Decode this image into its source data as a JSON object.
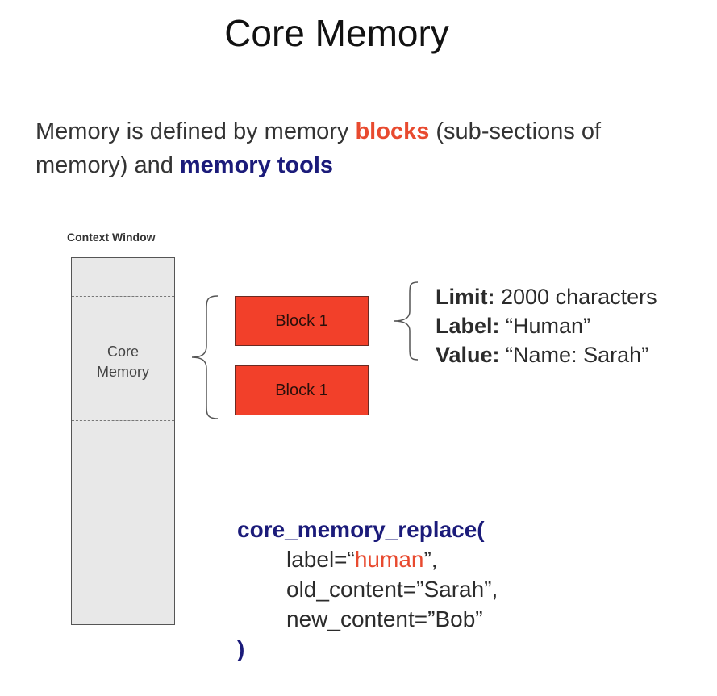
{
  "title": "Core Memory",
  "intro": {
    "part1": "Memory is defined by memory ",
    "blocks_word": "blocks",
    "part2": " (sub-sections of memory) and ",
    "tools_word": "memory tools"
  },
  "context_window": {
    "label": "Context Window",
    "core_memory_label_line1": "Core",
    "core_memory_label_line2": "Memory"
  },
  "blocks": [
    {
      "label": "Block 1"
    },
    {
      "label": "Block 1"
    }
  ],
  "block_attributes": [
    {
      "key": "Limit:",
      "value": " 2000 characters"
    },
    {
      "key": "Label:",
      "value": " “Human”"
    },
    {
      "key": "Value:",
      "value": " “Name: Sarah”"
    }
  ],
  "code": {
    "function": "core_memory_replace(",
    "arg1_prefix": "label=“",
    "arg1_value": "human",
    "arg1_suffix": "”,",
    "arg2": "old_content=”Sarah”,",
    "arg3": "new_content=”Bob”",
    "close": ")"
  },
  "colors": {
    "block_fill": "#f2402a",
    "highlight_red": "#e84a2f",
    "highlight_navy": "#1b1b7a",
    "context_window_fill": "#e8e8e8"
  }
}
